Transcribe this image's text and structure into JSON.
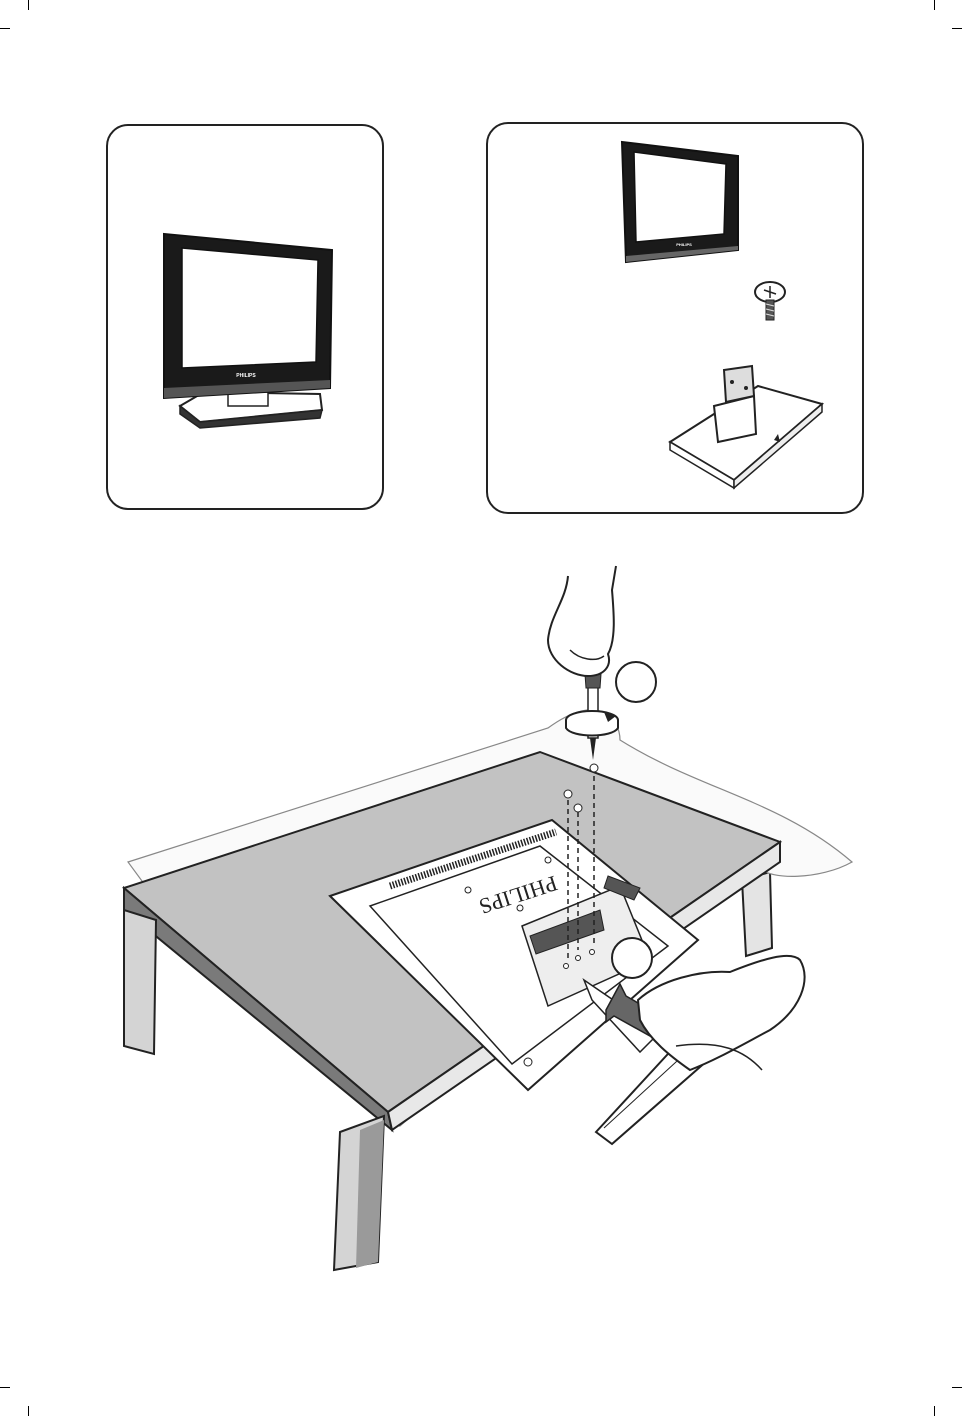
{
  "panels": {
    "assembled": {
      "brand": "PHILIPS"
    },
    "parts": {
      "brand": "PHILIPS"
    }
  },
  "main": {
    "back_brand": "PHILIPS"
  },
  "icons": [
    "screwdriver-icon",
    "screw-icon",
    "stand-base-icon",
    "push-arrow-icon",
    "step-marker-icon"
  ]
}
